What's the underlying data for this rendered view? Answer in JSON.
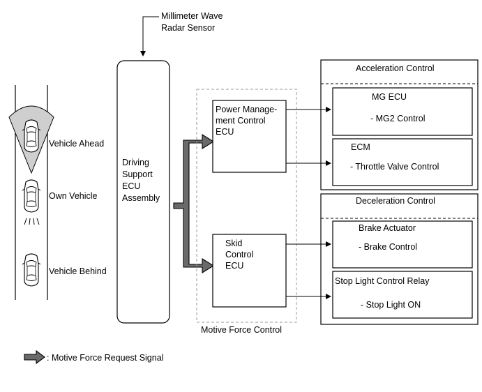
{
  "radar_sensor": {
    "line1": "Millimeter Wave",
    "line2": "Radar Sensor"
  },
  "vehicles": {
    "ahead": "Vehicle Ahead",
    "own": "Own Vehicle",
    "behind": "Vehicle Behind"
  },
  "driving_support_ecu": {
    "line1": "Driving",
    "line2": "Support",
    "line3": "ECU",
    "line4": "Assembly"
  },
  "power_management_ecu": {
    "line1": "Power Manage-",
    "line2": "ment Control",
    "line3": "ECU"
  },
  "skid_control_ecu": {
    "line1": "Skid",
    "line2": "Control",
    "line3": "ECU"
  },
  "motive_force_control_label": "Motive Force Control",
  "acceleration_control": {
    "title": "Acceleration Control",
    "mg_ecu": {
      "name": "MG ECU",
      "function": "- MG2 Control"
    },
    "ecm": {
      "name": "ECM",
      "function": "- Throttle Valve Control"
    }
  },
  "deceleration_control": {
    "title": "Deceleration Control",
    "brake_actuator": {
      "name": "Brake Actuator",
      "function": "- Brake Control"
    },
    "stop_light_relay": {
      "name": "Stop Light Control Relay",
      "function": "- Stop Light ON"
    }
  },
  "legend": {
    "label": ": Motive Force Request Signal"
  },
  "colors": {
    "signal_arrow_fill": "#6a6a6a",
    "radar_cone_fill": "#cfcfcf",
    "dashed_border": "#9a9a9a"
  }
}
